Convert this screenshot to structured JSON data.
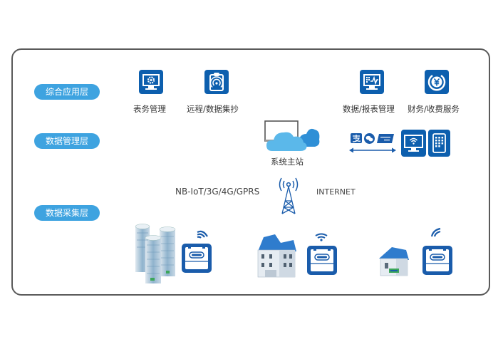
{
  "layers": [
    {
      "label": "综合应用层"
    },
    {
      "label": "数据管理层"
    },
    {
      "label": "数据采集层"
    }
  ],
  "applications": [
    {
      "label": "表务管理",
      "icon": "monitor-gear-icon"
    },
    {
      "label": "远程/数据集抄",
      "icon": "clipboard-signal-icon"
    },
    {
      "label": "数据/报表管理",
      "icon": "monitor-chart-icon"
    },
    {
      "label": "财务/收费服务",
      "icon": "yuan-coin-icon"
    }
  ],
  "data_management": {
    "master_station_label": "系统主站",
    "payment_icons": [
      "alipay-icon",
      "wechat-icon",
      "unionpay-icon"
    ],
    "terminals": [
      "monitor-wifi-icon",
      "tablet-icon"
    ]
  },
  "network": {
    "left_label": "NB-IoT/3G/4G/GPRS",
    "right_label": "INTERNET"
  },
  "collection": [
    {
      "building": "high-rise-buildings-icon",
      "meter": "gas-meter-icon"
    },
    {
      "building": "villa-icon",
      "meter": "gas-meter-icon"
    },
    {
      "building": "house-icon",
      "meter": "gas-meter-icon"
    }
  ],
  "colors": {
    "pill": "#3ea3e0",
    "tile": "#0d5fae",
    "cloud": "#5bb8ea",
    "frame": "#5a5a5a"
  }
}
